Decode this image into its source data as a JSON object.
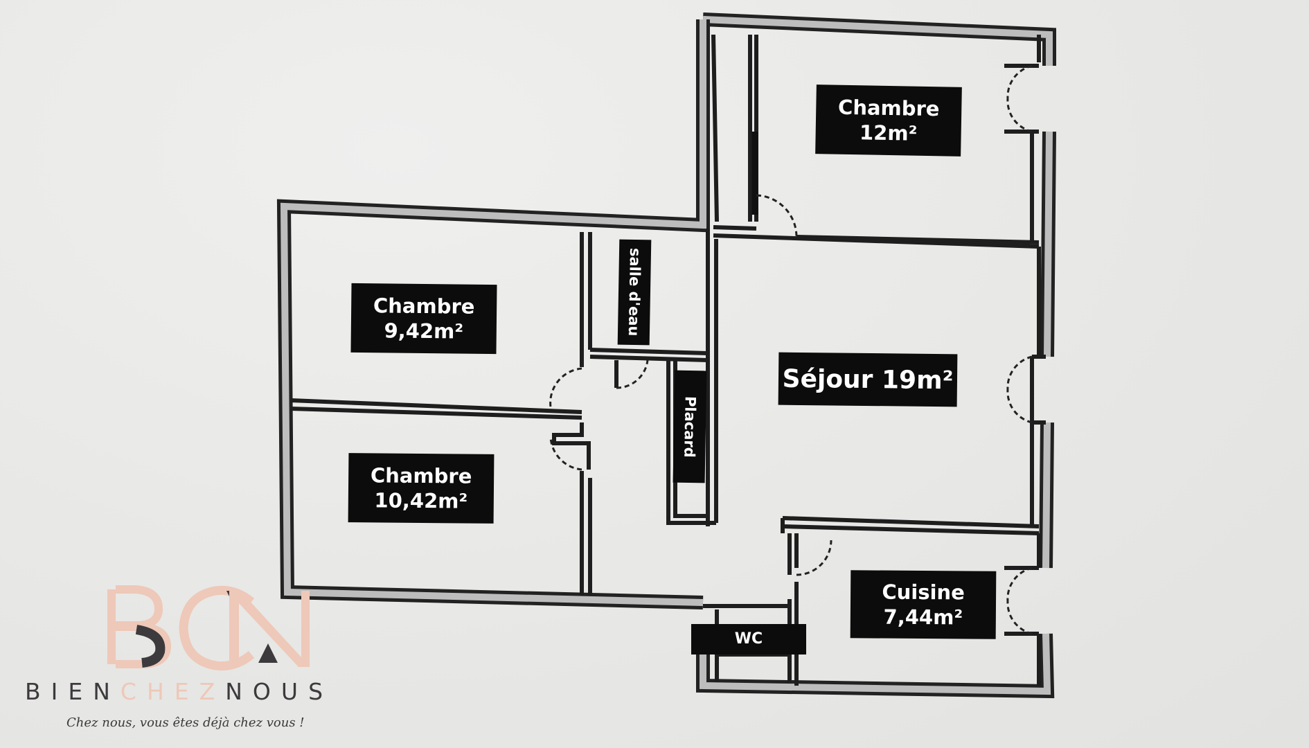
{
  "floorplan": {
    "rooms": [
      {
        "id": "chambre-12",
        "name": "Chambre",
        "area": "12m²"
      },
      {
        "id": "chambre-942",
        "name": "Chambre",
        "area": "9,42m²"
      },
      {
        "id": "chambre-1042",
        "name": "Chambre",
        "area": "10,42m²"
      },
      {
        "id": "sejour",
        "name": "Séjour 19m²"
      },
      {
        "id": "cuisine",
        "name": "Cuisine",
        "area": "7,44m²"
      },
      {
        "id": "salle-deau",
        "name": "salle d'eau"
      },
      {
        "id": "placard",
        "name": "Placard"
      },
      {
        "id": "wc",
        "name": "WC"
      }
    ]
  },
  "logo": {
    "monogram": "BCN",
    "brand_a": "BIEN",
    "brand_b": "CHEZ",
    "brand_c": "NOUS",
    "tagline": "Chez nous, vous êtes déjà chez vous !",
    "colors": {
      "peach": "#eec8b8",
      "dark": "#3c3a3c"
    }
  }
}
